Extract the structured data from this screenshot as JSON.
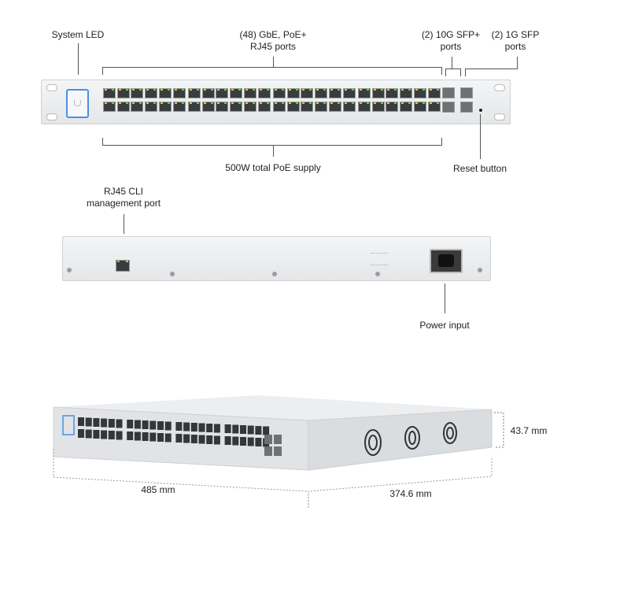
{
  "front_labels": {
    "system_led": "System LED",
    "rj45_ports_line1": "(48) GbE, PoE+",
    "rj45_ports_line2": "RJ45 ports",
    "sfp_plus_line1": "(2) 10G SFP+",
    "sfp_plus_line2": "ports",
    "sfp_line1": "(2) 1G SFP",
    "sfp_line2": "ports",
    "poe_supply": "500W total PoE supply",
    "reset_button": "Reset button"
  },
  "rear_labels": {
    "cli_line1": "RJ45 CLI",
    "cli_line2": "management port",
    "power_input": "Power input"
  },
  "dimensions": {
    "width": "485 mm",
    "depth": "374.6 mm",
    "height": "43.7 mm"
  },
  "colors": {
    "led_green": "#5fd13b",
    "led_amber": "#f2c21b",
    "led_blue": "#4a90e2"
  }
}
